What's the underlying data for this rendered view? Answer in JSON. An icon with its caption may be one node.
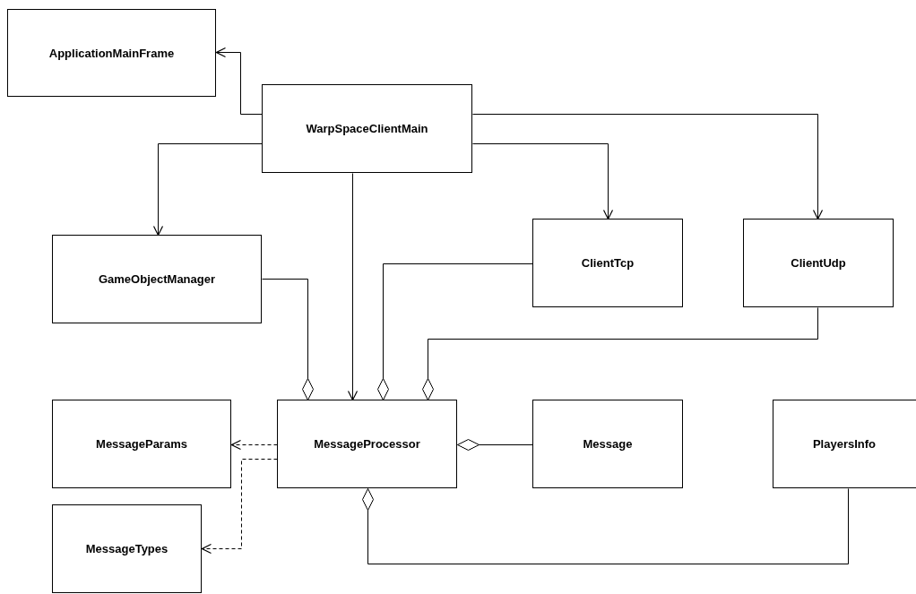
{
  "diagram": {
    "nodes": [
      {
        "text": [
          "ApplicationMainFrame"
        ]
      },
      {
        "text": [
          "WarpSpaceClientMain"
        ]
      },
      {
        "text": [
          "GameObjectManager"
        ]
      },
      {
        "text": [
          "ClientTcp"
        ]
      },
      {
        "text": [
          "ClientUdp"
        ]
      },
      {
        "text": [
          "MessageParams"
        ]
      },
      {
        "text": [
          "MessageProcessor"
        ]
      },
      {
        "text": [
          "Message"
        ]
      },
      {
        "text": [
          "PlayersInfo"
        ]
      },
      {
        "text": [
          "MessageTypes"
        ]
      }
    ],
    "edges": [
      {
        "from": 1,
        "to": 0,
        "arrow": "to"
      },
      {
        "from": 1,
        "to": 2,
        "arrow": "to"
      },
      {
        "from": 1,
        "to": 6,
        "arrow": "to"
      },
      {
        "from": 1,
        "to": 3,
        "arrow": "to"
      },
      {
        "from": 1,
        "to": 4,
        "arrow": "to"
      },
      {
        "from": 2,
        "to": 6,
        "arrow": "other"
      },
      {
        "from": 3,
        "to": 6,
        "arrow": "other"
      },
      {
        "from": 4,
        "to": 6,
        "arrow": "other"
      },
      {
        "from": 7,
        "to": 6,
        "arrow": "other"
      },
      {
        "from": 8,
        "to": 6,
        "arrow": "other"
      },
      {
        "from": 6,
        "to": 5,
        "arrow": "to",
        "style": "dashed"
      },
      {
        "from": 6,
        "to": 9,
        "arrow": "to",
        "style": "dashed"
      }
    ]
  }
}
